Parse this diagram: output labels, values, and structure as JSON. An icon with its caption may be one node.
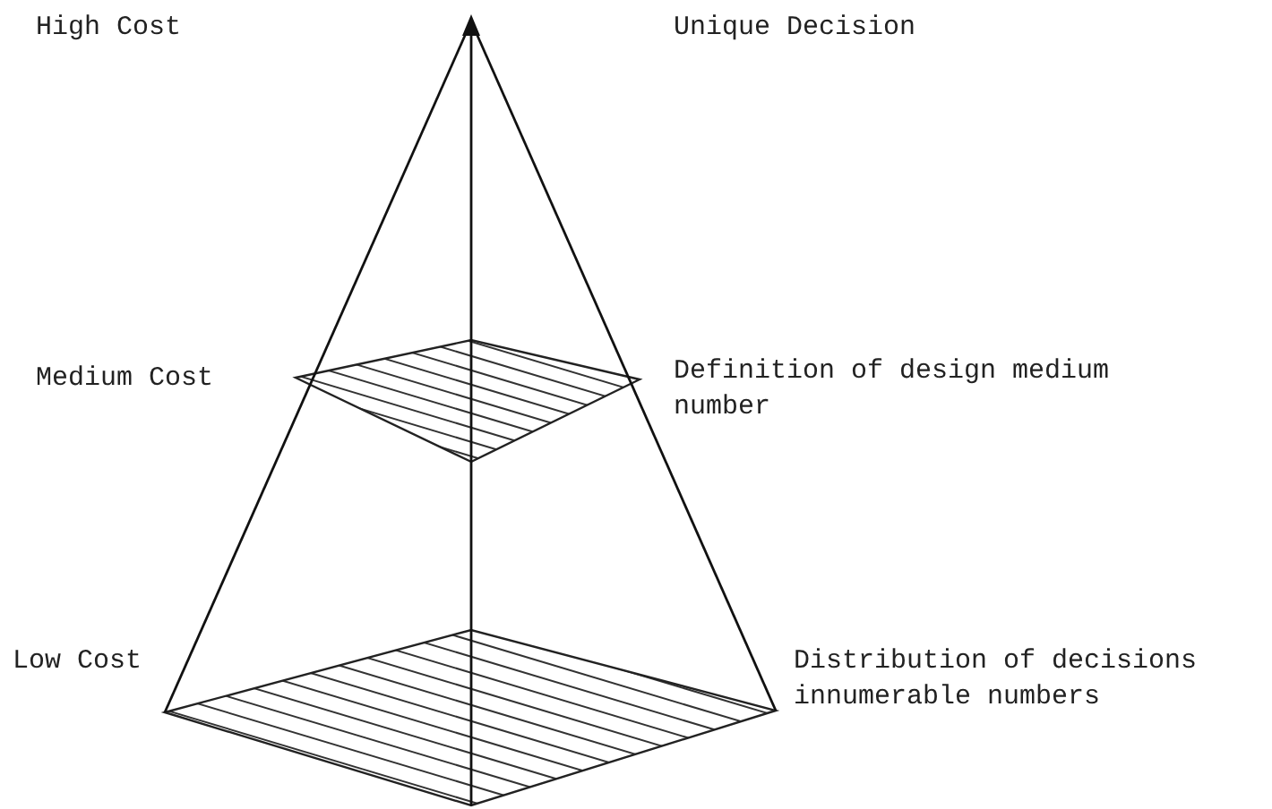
{
  "diagram": {
    "labels": [
      "High Cost",
      "Unique Decision",
      "Medium Cost",
      "Definition of design medium number",
      "Low Cost",
      "Distribution of decisions innumerable numbers"
    ]
  }
}
